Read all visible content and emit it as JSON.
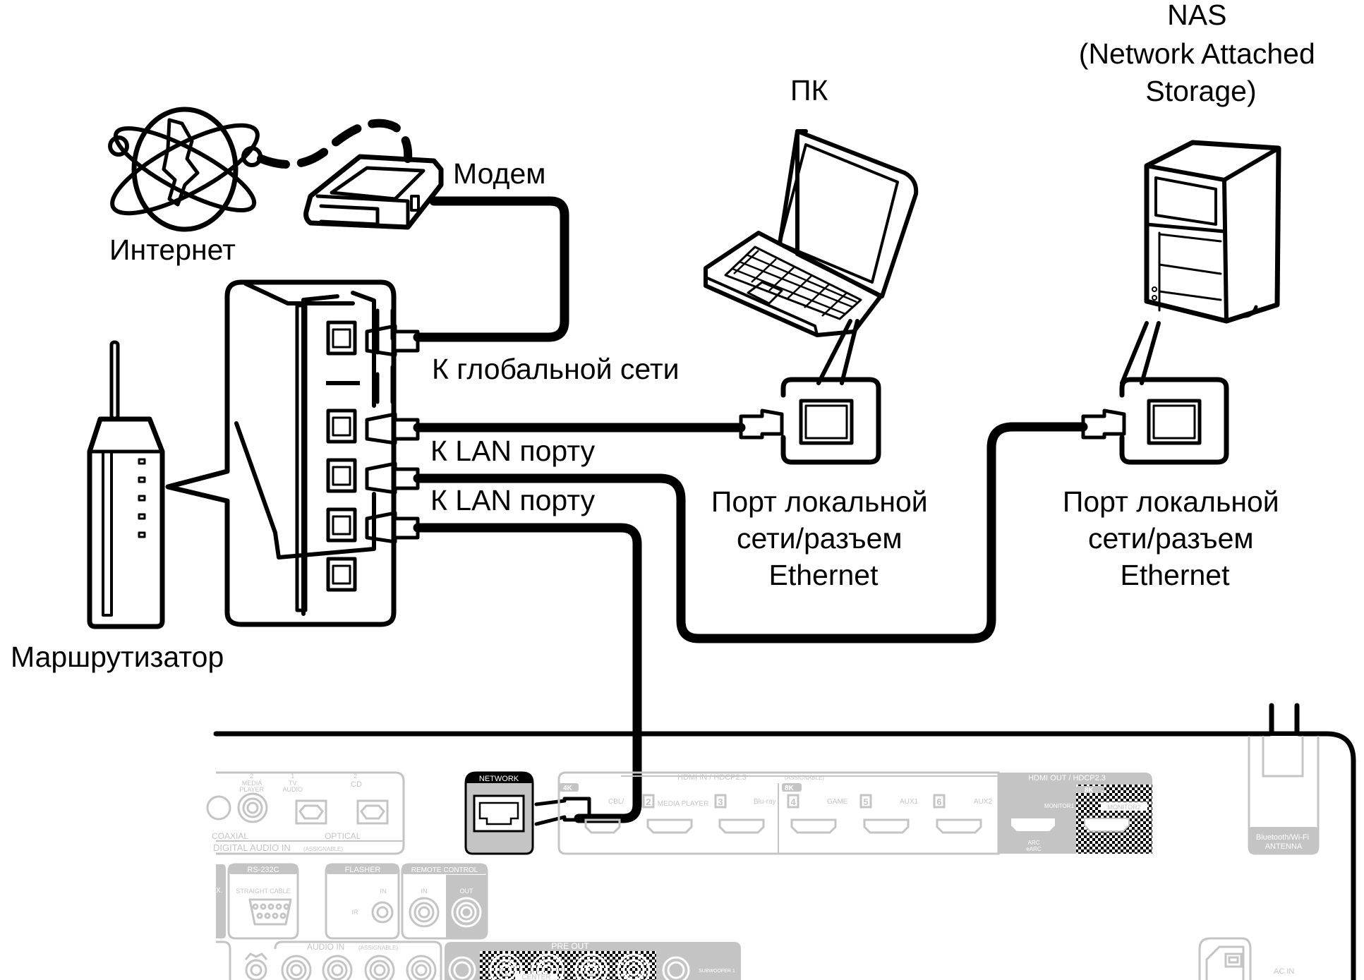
{
  "labels": {
    "internet": "Интернет",
    "modem": "Модем",
    "router": "Маршрутизатор",
    "pc": "ПК",
    "nas_line1": "NAS",
    "nas_line2": "(Network Attached",
    "nas_line3": "Storage)",
    "to_wan": "К глобальной сети",
    "to_lan_1": "К LAN порту",
    "to_lan_2": "К LAN порту",
    "pc_port_line1": "Порт локальной",
    "pc_port_line2": "сети/разъем",
    "pc_port_line3": "Ethernet",
    "nas_port_line1": "Порт локальной",
    "nas_port_line2": "сети/разъем",
    "nas_port_line3": "Ethernet"
  },
  "receiver_panel": {
    "network": "NETWORK",
    "digital_audio": {
      "title": "DIGITAL AUDIO IN",
      "title_note": "(ASSIGNABLE)",
      "coaxial": "COAXIAL",
      "optical": "OPTICAL",
      "media_player_num": "2",
      "media_player": [
        "MEDIA",
        "PLAYER"
      ],
      "tv_audio_num": "1",
      "tv_audio": [
        "TV",
        "AUDIO"
      ],
      "cd_num": "2",
      "cd": "CD"
    },
    "hdmi_in": {
      "title": "HDMI IN / HDCP2.3",
      "title_note": "(ASSIGNABLE)",
      "badge_4k": "4K",
      "badge_8k": "8K",
      "inputs": [
        {
          "num": "",
          "name": "CBL/"
        },
        {
          "num": "2",
          "name": "MEDIA PLAYER"
        },
        {
          "num": "3",
          "name": "Blu-ray"
        },
        {
          "num": "4",
          "name": "GAME"
        },
        {
          "num": "5",
          "name": "AUX1"
        },
        {
          "num": "6",
          "name": "AUX2"
        }
      ]
    },
    "hdmi_out": {
      "title": "HDMI OUT / HDCP2.3",
      "badge_8k": "8K",
      "monitor1": "MONITOR1",
      "monitor2": "MONITOR2",
      "arc": "ARC",
      "earc": "eARC"
    },
    "antenna": [
      "Bluetooth/Wi-Fi",
      "ANTENNA"
    ],
    "rs232c": "RS-232C",
    "straight_cable": "STRAIGHT CABLE",
    "flasher": "FLASHER",
    "flasher_in": "IN",
    "flasher_ir": "IR",
    "remote_control": "REMOTE CONTROL",
    "remote_in": "IN",
    "remote_out": "OUT",
    "audio_in": "AUDIO IN",
    "audio_in_note": "(ASSIGNABLE)",
    "pre_out": "PRE OUT",
    "center": "CENTER",
    "subwoofer1": "SUBWOOFER 1",
    "ac_in": "AC IN",
    "left_edge_text": "X."
  }
}
